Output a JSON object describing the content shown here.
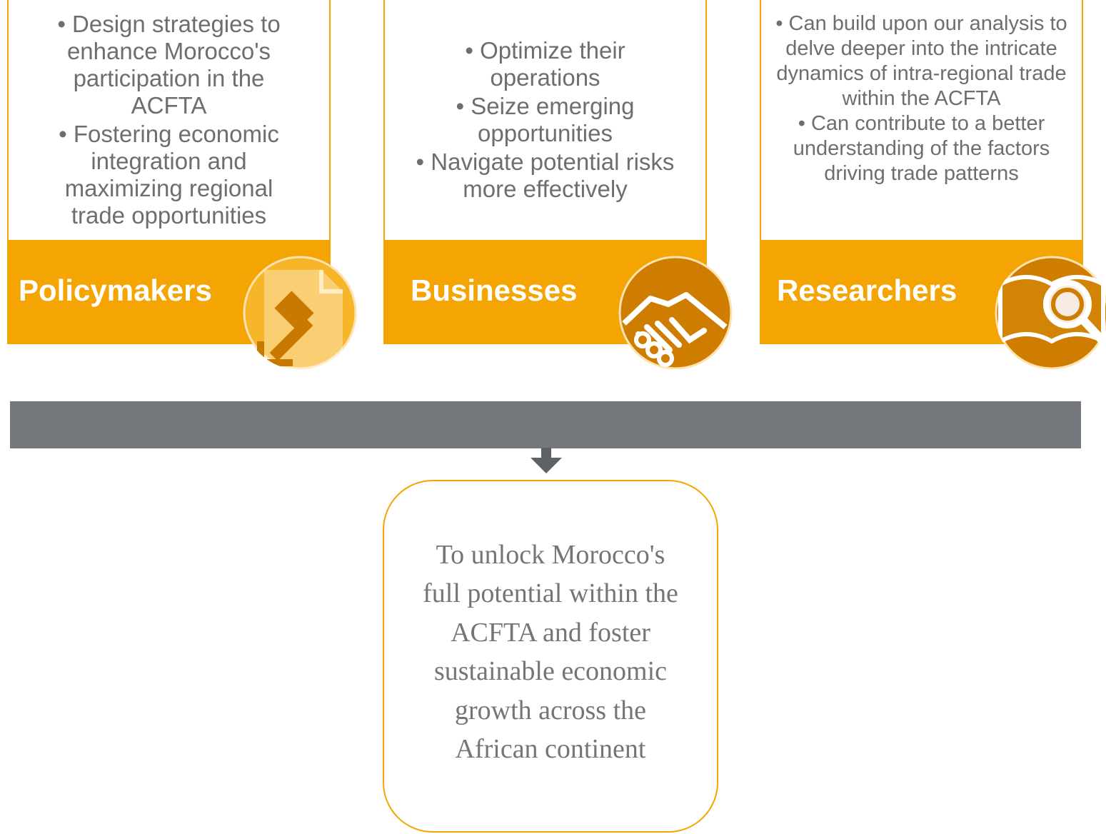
{
  "audiences": [
    {
      "title": "Policymakers",
      "icon": "gavel-document-icon",
      "bullets": [
        "• Design strategies to enhance Morocco's participation in the ACFTA",
        "• Fostering economic integration and maximizing regional trade opportunities"
      ]
    },
    {
      "title": "Businesses",
      "icon": "handshake-icon",
      "bullets": [
        "• Optimize their operations",
        "• Seize emerging opportunities",
        "• Navigate potential risks more effectively"
      ]
    },
    {
      "title": "Researchers",
      "icon": "book-magnifier-icon",
      "bullets": [
        "• Can build upon our analysis to delve deeper into the intricate dynamics of intra-regional trade within the ACFTA",
        "• Can contribute to a better understanding of the factors driving trade patterns"
      ]
    }
  ],
  "goal": "To unlock Morocco's full potential within the ACFTA and foster sustainable economic growth across the African continent",
  "colors": {
    "accent": "#f4a503",
    "icon_circle": "#cf7d00",
    "bar": "#75787c",
    "text": "#6d6e71"
  }
}
